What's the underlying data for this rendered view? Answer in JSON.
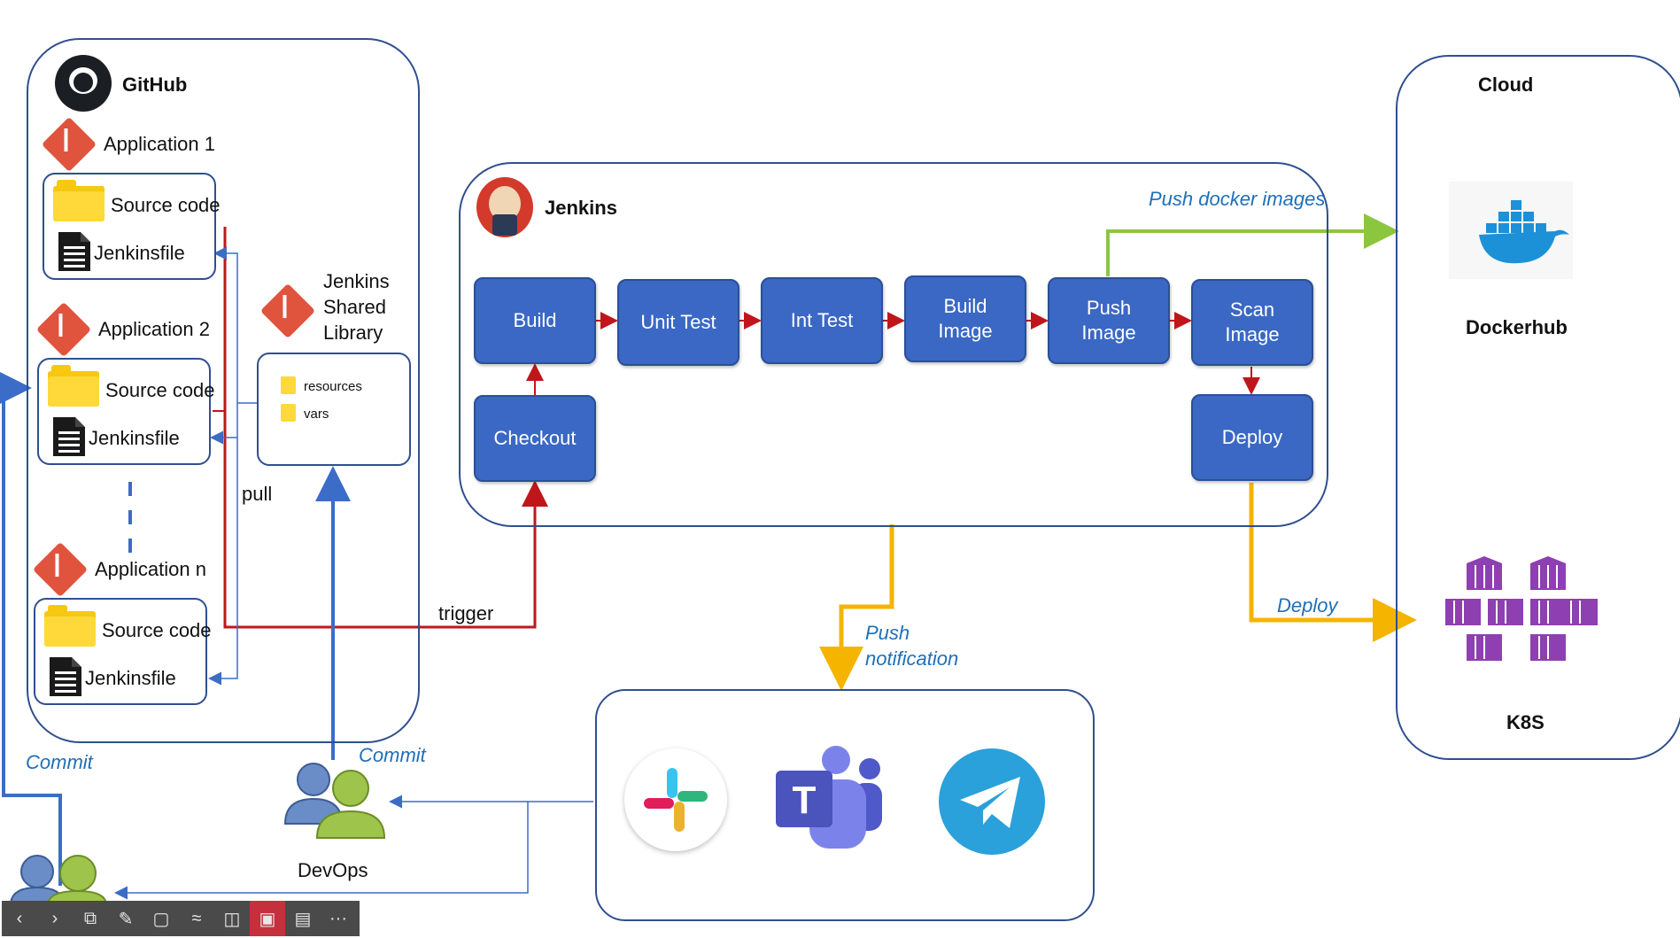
{
  "github": {
    "title": "GitHub",
    "apps": [
      {
        "name": "Application 1",
        "source": "Source code",
        "jenkinsfile": "Jenkinsfile"
      },
      {
        "name": "Application 2",
        "source": "Source code",
        "jenkinsfile": "Jenkinsfile"
      },
      {
        "name": "Application n",
        "source": "Source code",
        "jenkinsfile": "Jenkinsfile"
      }
    ],
    "shared_library": {
      "title": "Jenkins\nShared\nLibrary",
      "folders": [
        "resources",
        "vars"
      ]
    },
    "pull_label": "pull"
  },
  "jenkins": {
    "title": "Jenkins",
    "steps": {
      "checkout": "Checkout",
      "build": "Build",
      "unit_test": "Unit Test",
      "int_test": "Int Test",
      "build_image": "Build\nImage",
      "push_image": "Push\nImage",
      "scan_image": "Scan\nImage",
      "deploy": "Deploy"
    },
    "trigger_label": "trigger"
  },
  "cloud": {
    "title": "Cloud",
    "dockerhub": "Dockerhub",
    "k8s": "K8S"
  },
  "edges": {
    "push_docker_images": "Push docker images",
    "deploy": "Deploy",
    "push_notification": "Push\nnotification",
    "commit_left": "Commit",
    "commit_devops": "Commit"
  },
  "people": {
    "devops": "DevOps"
  },
  "toolbar": {
    "items": [
      "back-icon",
      "forward-icon",
      "pages-icon",
      "pen-icon",
      "eraser-icon",
      "pointer-icon",
      "screen-icon",
      "camera-icon",
      "present-icon",
      "more-icon"
    ],
    "more_glyph": "···"
  },
  "colors": {
    "jenkins_step": "#3a68c4",
    "trigger_line": "#c0161b",
    "docker_line": "#8cc63f",
    "deploy_line": "#f4b400",
    "commit_line": "#3b6cc7",
    "camera_active": "#c4313c"
  }
}
